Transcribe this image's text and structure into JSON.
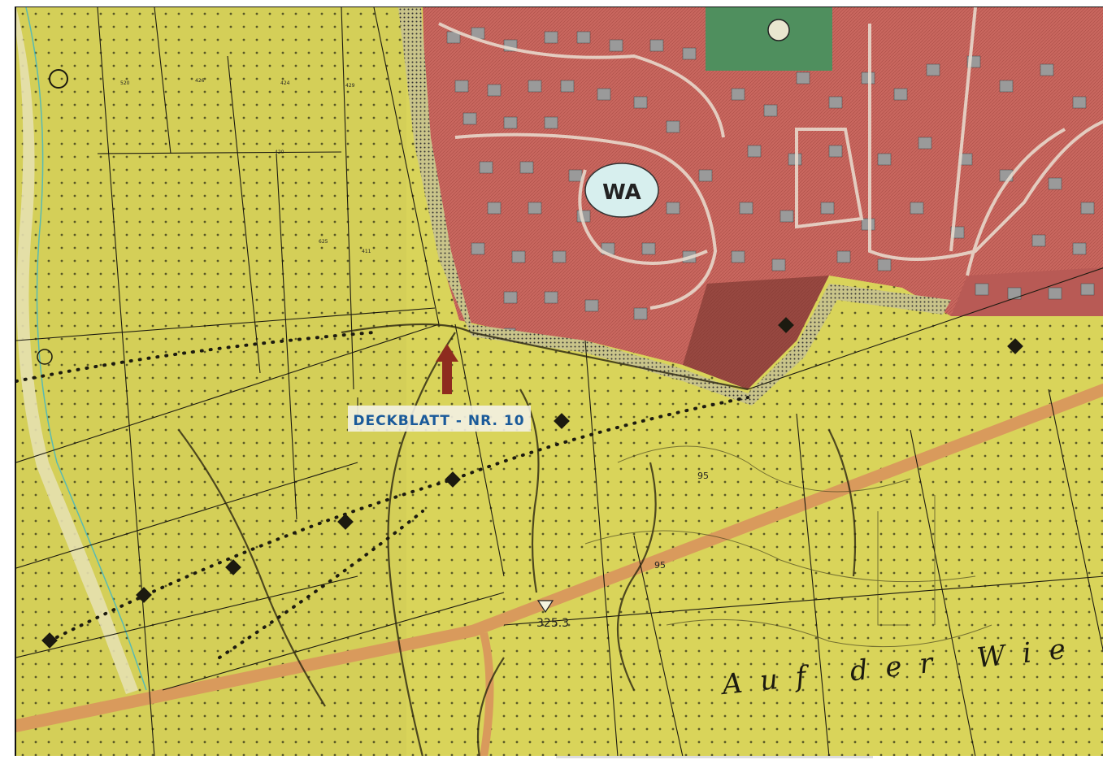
{
  "map": {
    "zone_label": "WA",
    "overlay_label": "DECKBLATT - NR. 10",
    "place_name": "Auf der Wie",
    "spot_height": "325.3",
    "contour_labels": [
      "95",
      "95"
    ],
    "parcel_labels": [
      "520",
      "426",
      "424",
      "420",
      "429",
      "625",
      "411"
    ],
    "colors": {
      "farmland": "#d9d45a",
      "residential": "#c9675f",
      "green_space": "#4f8f5e",
      "road": "#d99a5c",
      "buildings": "#9a9a9a",
      "lines": "#1c1a10"
    }
  }
}
